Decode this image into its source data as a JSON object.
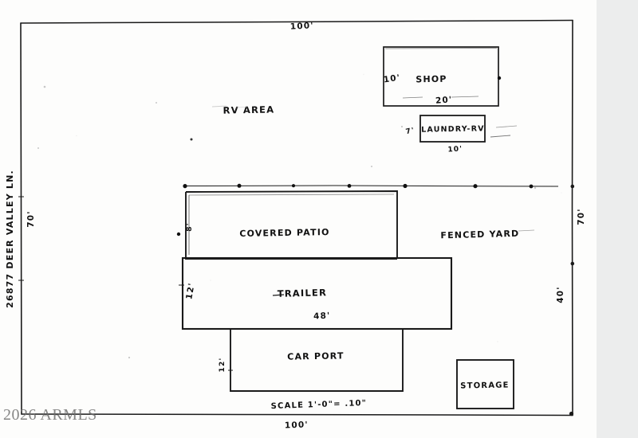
{
  "document": {
    "type": "hand-drawn site plot plan",
    "watermark": "2026 ARMLS",
    "scale_note": "SCALE 1'-0\"= .10\""
  },
  "lot": {
    "street_label": "26877 DEER VALLEY LN.",
    "dim_top": "100'",
    "dim_bottom": "100'",
    "dim_left": "70'",
    "dim_right_upper": "70'",
    "dim_right_lower": "40'"
  },
  "areas": {
    "rv_area": "RV AREA",
    "fenced_yard": "FENCED YARD"
  },
  "structures": [
    {
      "label": "SHOP",
      "dim_w": "20'",
      "dim_h": "10'"
    },
    {
      "label": "LAUNDRY-RV",
      "dim_w": "10'",
      "dim_h": "7'"
    },
    {
      "label": "COVERED PATIO",
      "dim_w": "",
      "dim_h": "8'"
    },
    {
      "label": "TRAILER",
      "dim_w": "48'",
      "dim_h": "12'"
    },
    {
      "label": "CAR PORT",
      "dim_w": "",
      "dim_h": "12'"
    },
    {
      "label": "STORAGE",
      "dim_w": "",
      "dim_h": ""
    }
  ],
  "colors": {
    "ink": "#111111",
    "paper": "#fdfdfc",
    "margin": "#eceded",
    "watermark": "#6c6c6c"
  }
}
